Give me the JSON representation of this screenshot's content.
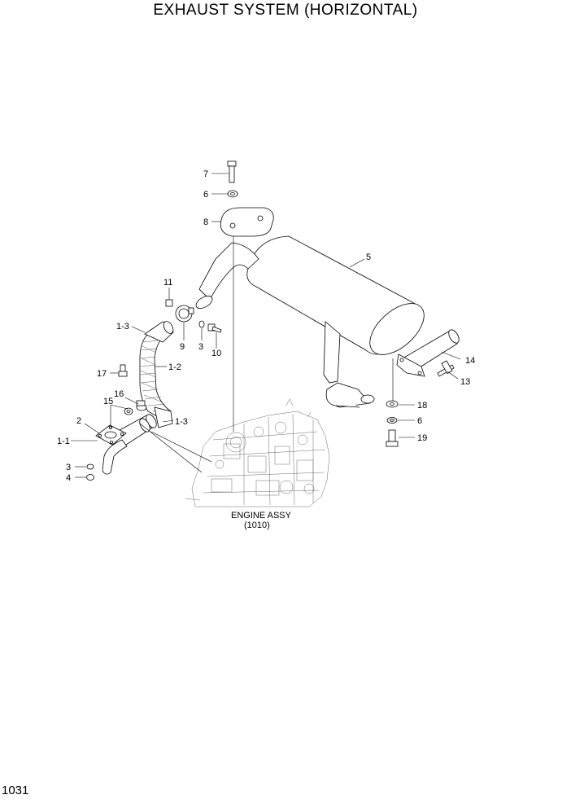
{
  "title": "EXHAUST SYSTEM (HORIZONTAL)",
  "page_number": "1031",
  "engine": {
    "label": "ENGINE ASSY",
    "ref": "(1010)"
  },
  "callouts": {
    "p7": "7",
    "p6a": "6",
    "p8": "8",
    "p5": "5",
    "p11": "11",
    "p1_3a": "1-3",
    "p9": "9",
    "p3a": "3",
    "p10": "10",
    "p1_2": "1-2",
    "p17": "17",
    "p16": "16",
    "p15": "15",
    "p2": "2",
    "p1_3b": "1-3",
    "p1_1": "1-1",
    "p3b": "3",
    "p4": "4",
    "p14": "14",
    "p13": "13",
    "p18": "18",
    "p6b": "6",
    "p19": "19"
  }
}
